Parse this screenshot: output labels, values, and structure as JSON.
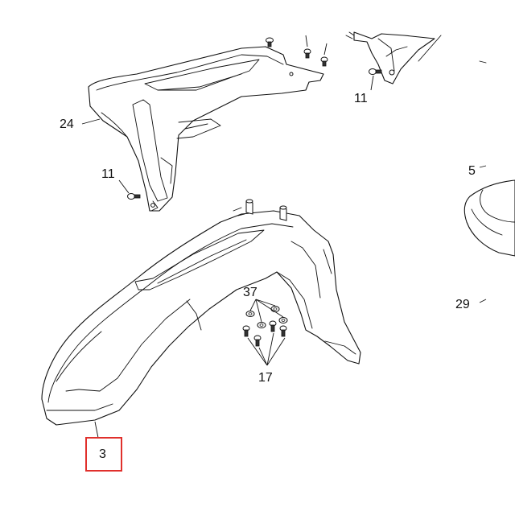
{
  "callouts": {
    "fender": "3",
    "fender_highlight_color": "#e0302c",
    "shroud": "24",
    "screw_upper": "11",
    "screw_lower": "11",
    "part_5": "5",
    "part_29": "29",
    "washers": "37",
    "bolts": "17"
  }
}
